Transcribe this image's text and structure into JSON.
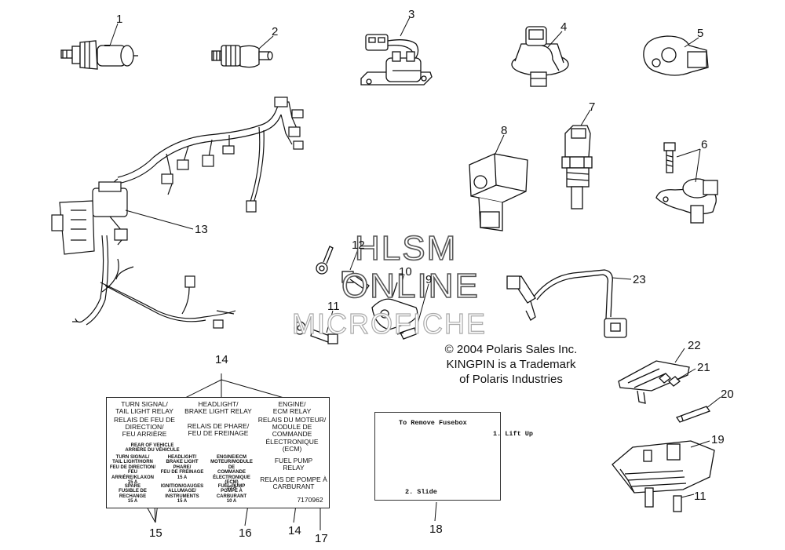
{
  "callouts": {
    "c1": "1",
    "c2": "2",
    "c3": "3",
    "c4": "4",
    "c5": "5",
    "c6": "6",
    "c7": "7",
    "c8": "8",
    "c9": "9",
    "c10": "10",
    "c11a": "11",
    "c11b": "11",
    "c12": "12",
    "c13": "13",
    "c14a": "14",
    "c14b": "14",
    "c15": "15",
    "c16": "16",
    "c17": "17",
    "c18": "18",
    "c19": "19",
    "c20": "20",
    "c21": "21",
    "c22": "22",
    "c23": "23"
  },
  "watermark": {
    "line1": "HLSM",
    "line2": "ONLINE",
    "line3": "MICROFICHE"
  },
  "copyright": {
    "line1": "© 2004 Polaris Sales Inc.",
    "line2": "KINGPIN is a Trademark",
    "line3": "of Polaris Industries"
  },
  "decal": {
    "turn_en": "TURN SIGNAL/\nTAIL LIGHT RELAY",
    "turn_fr": "RELAIS DE FEU DE\nDIRECTION/\nFEU ARRIÈRE",
    "head_en": "HEADLIGHT/\nBRAKE LIGHT RELAY",
    "head_fr": "RELAIS DE PHARE/\nFEU DE FREINAGE",
    "ecm_en": "ENGINE/\nECM RELAY",
    "ecm_fr": "RELAIS DU MOTEUR/\nMODULE DE\nCOMMANDE\nÉLECTRONIQUE (ECM)",
    "rear": "REAR OF VEHICLE\nARRIÈRE DU VÉHICULE",
    "f1": "TURN SIGNAL/\nTAIL LIGHT/HORN\nFEU DE DIRECTION/\nFEU ARRIÈRE/KLAXON\n15 A",
    "f2": "HEADLIGHT/\nBRAKE LIGHT\nPHARE/\nFEU DE FREINAGE\n15 A",
    "f3": "ENGINE/ECM\nMOTEUR/MODULE DE\nCOMMANDE\nÉLECTRONIQUE (ECM)\n15 A",
    "fuel_en": "FUEL PUMP\nRELAY",
    "fuel_fr": "RELAIS DE POMPE À\nCARBURANT",
    "f4": "SPARE\nFUSIBLE DE\nRECHANGE\n15 A",
    "f5": "IGNITION/GAUGES\nALLUMAGE/\nINSTRUMENTS\n15 A",
    "f6": "FUEL PUMP\nPOMPE À\nCARBURANT\n10 A",
    "partno": "7170962"
  },
  "fusebox": {
    "title": "To Remove Fusebox",
    "step1": "1. Lift Up",
    "step2": "2. Slide"
  },
  "colors": {
    "ink": "#111111",
    "watermark_stroke": "#555555",
    "background": "#ffffff"
  }
}
